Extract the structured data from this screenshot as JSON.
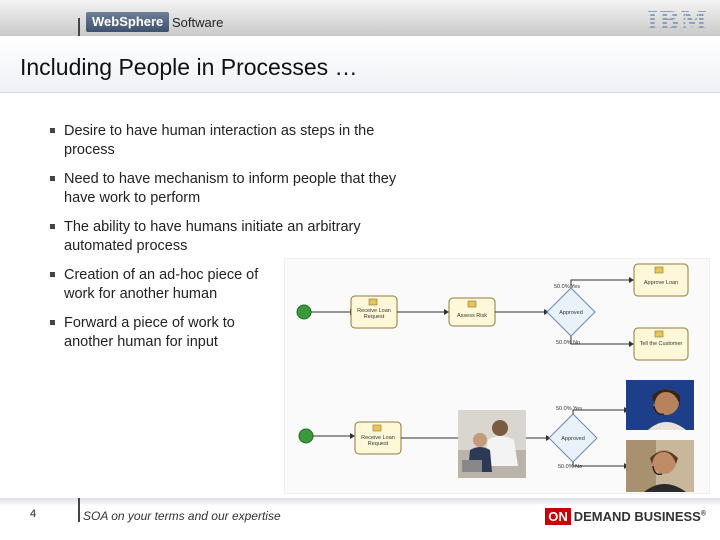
{
  "header": {
    "brand": "WebSphere",
    "brand_sub": "Software",
    "logo": "IBM"
  },
  "slide": {
    "title": "Including People in Processes …",
    "bullets": [
      "Desire to have human interaction as steps in the process",
      "Need to have mechanism to inform people that they have work to perform",
      "The ability to have humans initiate an arbitrary automated process",
      "Creation of an ad-hoc piece of work for another human",
      "Forward a piece of work to another human for input"
    ]
  },
  "diagram": {
    "top": {
      "receive": "Receive Loan Request",
      "assess": "Assess Risk",
      "decision": "Approved",
      "yes_label": "50.0% Yes",
      "no_label": "50.0% No",
      "approve": "Approve Loan",
      "tell": "Tell the Customer"
    },
    "bottom": {
      "receive": "Receive Loan Request",
      "decision": "Approved",
      "yes_label": "50.0% Yes",
      "no_label": "50.0% No"
    }
  },
  "footer": {
    "page_number": "4",
    "tagline": "SOA on your terms and our expertise",
    "odb_on": "ON",
    "odb_rest": "DEMAND BUSINESS",
    "odb_tm": "®"
  },
  "colors": {
    "brand_blue": "#3e5170",
    "task_fill": "#fff8d8",
    "task_border": "#8c7a3c",
    "start_green": "#3a9a3a",
    "odb_red": "#cc0000"
  }
}
